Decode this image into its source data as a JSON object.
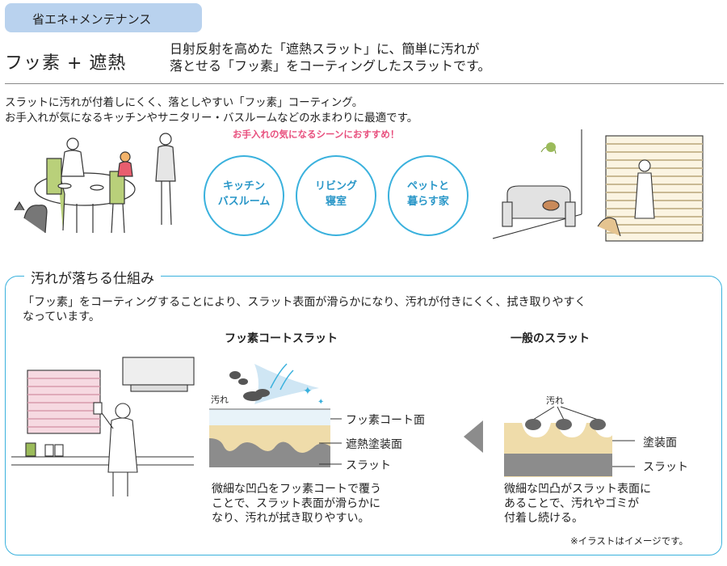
{
  "header": {
    "tag": "省エネ+メンテナンス",
    "title": "フッ素 + 遮熱",
    "lead": [
      "日射反射を高めた「遮熱スラット」に、簡単に汚れが",
      "落とせる「フッ素」をコーティングしたスラットです。"
    ]
  },
  "intro": [
    "スラットに汚れが付着しにくく、落としやすい「フッ素」コーティング。",
    "お手入れが気になるキッチンやサニタリー・バスルームなどの水まわりに最適です。"
  ],
  "recommend": {
    "heading": "お手入れの気になるシーンにおすすめ！",
    "scenes": [
      {
        "line1": "キッチン",
        "line2": "バスルーム"
      },
      {
        "line1": "リビング",
        "line2": "寝室"
      },
      {
        "line1": "ペットと",
        "line2": "暮らす家"
      }
    ]
  },
  "mechanism": {
    "title": "汚れが落ちる仕組み",
    "desc": [
      "「フッ素」をコーティングすることにより、スラット表面が滑らかになり、汚れが付きにくく、拭き取りやすく",
      "なっています。"
    ],
    "fluoro": {
      "heading": "フッ素コートスラット",
      "dirt": "汚れ",
      "labels": {
        "coat": "フッ素コート面",
        "heat": "遮熱塗装面",
        "slat": "スラット"
      },
      "caption": [
        "微細な凹凸をフッ素コートで覆う",
        "ことで、スラット表面が滑らかに",
        "なり、汚れが拭き取りやすい。"
      ]
    },
    "normal": {
      "heading": "一般のスラット",
      "dirt": "汚れ",
      "labels": {
        "paint": "塗装面",
        "slat": "スラット"
      },
      "caption": [
        "微細な凹凸がスラット表面に",
        "あることで、汚れやゴミが",
        "付着し続ける。"
      ]
    },
    "note": "※イラストはイメージです。"
  },
  "colors": {
    "accent": "#3ab1dd",
    "pink": "#e8507e",
    "tag_bg": "#b9d2ee",
    "beige": "#efdcaa",
    "gray": "#8c8c8c"
  },
  "icons": [
    "left-arrow-icon",
    "sparkle-icon",
    "swoosh-icon"
  ]
}
